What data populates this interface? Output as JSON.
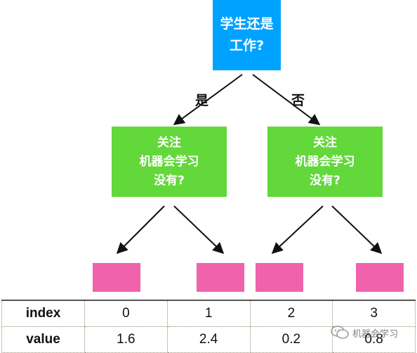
{
  "diagram": {
    "root": {
      "lines": [
        "学生还是",
        "工作?"
      ]
    },
    "edges": {
      "yes": "是",
      "no": "否"
    },
    "nodes": [
      {
        "lines": [
          "关注",
          "机器会学习",
          "没有?"
        ]
      },
      {
        "lines": [
          "关注",
          "机器会学习",
          "没有?"
        ]
      }
    ],
    "leaf_count": 4
  },
  "table": {
    "row_labels": [
      "index",
      "value"
    ],
    "index": [
      "0",
      "1",
      "2",
      "3"
    ],
    "value": [
      "1.6",
      "2.4",
      "0.2",
      "0.8"
    ]
  },
  "watermark": {
    "text": "机器会学习"
  },
  "colors": {
    "root": "#00a2ff",
    "decision": "#62d83a",
    "leaf": "#f063ac",
    "arrow": "#111111"
  }
}
